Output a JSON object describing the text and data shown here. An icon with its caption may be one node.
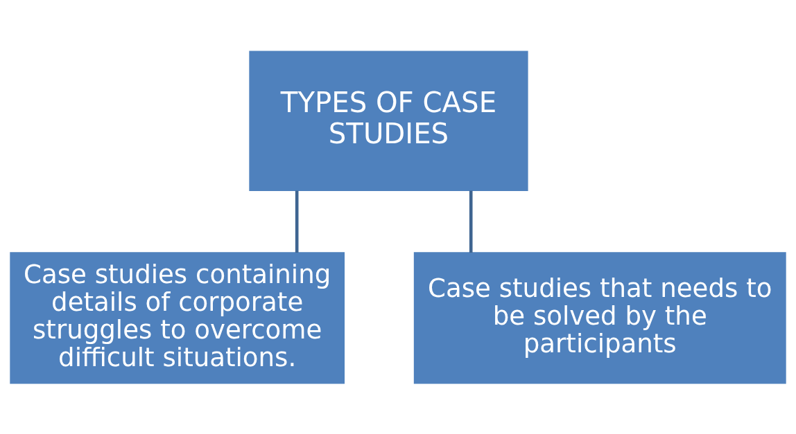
{
  "diagram": {
    "nodes": [
      {
        "text": [
          "TYPES OF CASE STUDIES"
        ]
      },
      {
        "text": [
          "Case studies containing details of corporate struggles to overcome difficult situations."
        ]
      },
      {
        "text": [
          "Case studies that needs to be solved by the participants"
        ]
      }
    ],
    "edges": [
      {
        "from": 0,
        "to": 1,
        "arrow": "none"
      },
      {
        "from": 0,
        "to": 2,
        "arrow": "none"
      }
    ]
  }
}
